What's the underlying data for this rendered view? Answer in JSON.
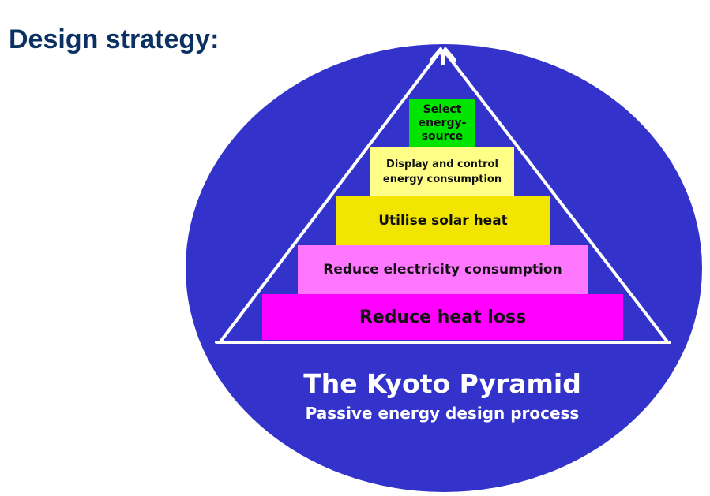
{
  "heading": "Design strategy:",
  "pyramid": {
    "levels": [
      {
        "label": "Reduce heat loss",
        "color": "#ff00ff"
      },
      {
        "label": "Reduce electricity consumption",
        "color": "#ff77ff"
      },
      {
        "label": "Utilise solar heat",
        "color": "#f2e600"
      },
      {
        "label": "Display and control energy consumption",
        "color": "#ffff88"
      },
      {
        "label": "Select energy-source",
        "color": "#00e400"
      }
    ],
    "title": "The Kyoto Pyramid",
    "subtitle": "Passive energy design process"
  },
  "colors": {
    "heading": "#0b3062",
    "circle": "#3333cc",
    "outline": "#ffffff"
  }
}
